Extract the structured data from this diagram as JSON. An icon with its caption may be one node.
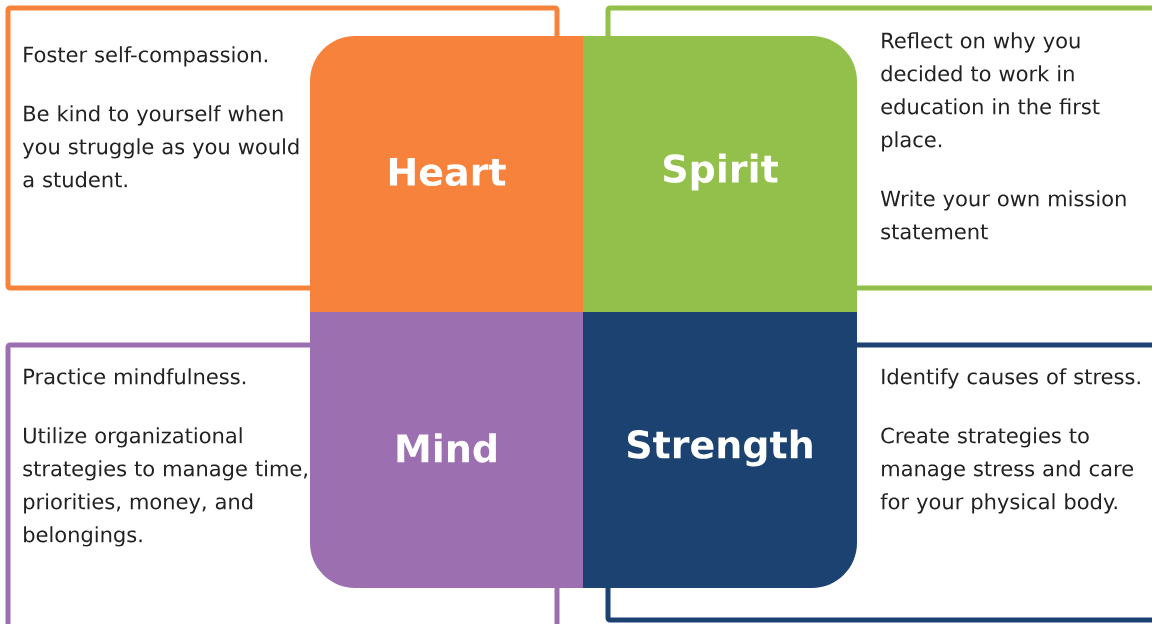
{
  "diagram": {
    "nodes": [
      {
        "text": [
          "Foster self-compassion.",
          "Be kind to yourself when you struggle as you would a student."
        ]
      },
      {
        "text": [
          "Heart"
        ]
      },
      {
        "text": [
          "Spirit"
        ]
      },
      {
        "text": [
          "Reflect on why you decided to work in education in the first place.",
          "Write your own mission statement"
        ]
      },
      {
        "text": [
          "Practice mindfulness.",
          "Utilize organizational strategies to manage time, priorities, money, and belongings."
        ]
      },
      {
        "text": [
          "Mind"
        ]
      },
      {
        "text": [
          "Strength"
        ]
      },
      {
        "text": [
          "Identify causes of stress.",
          "Create strategies to manage stress and care for your physical body."
        ]
      }
    ]
  }
}
